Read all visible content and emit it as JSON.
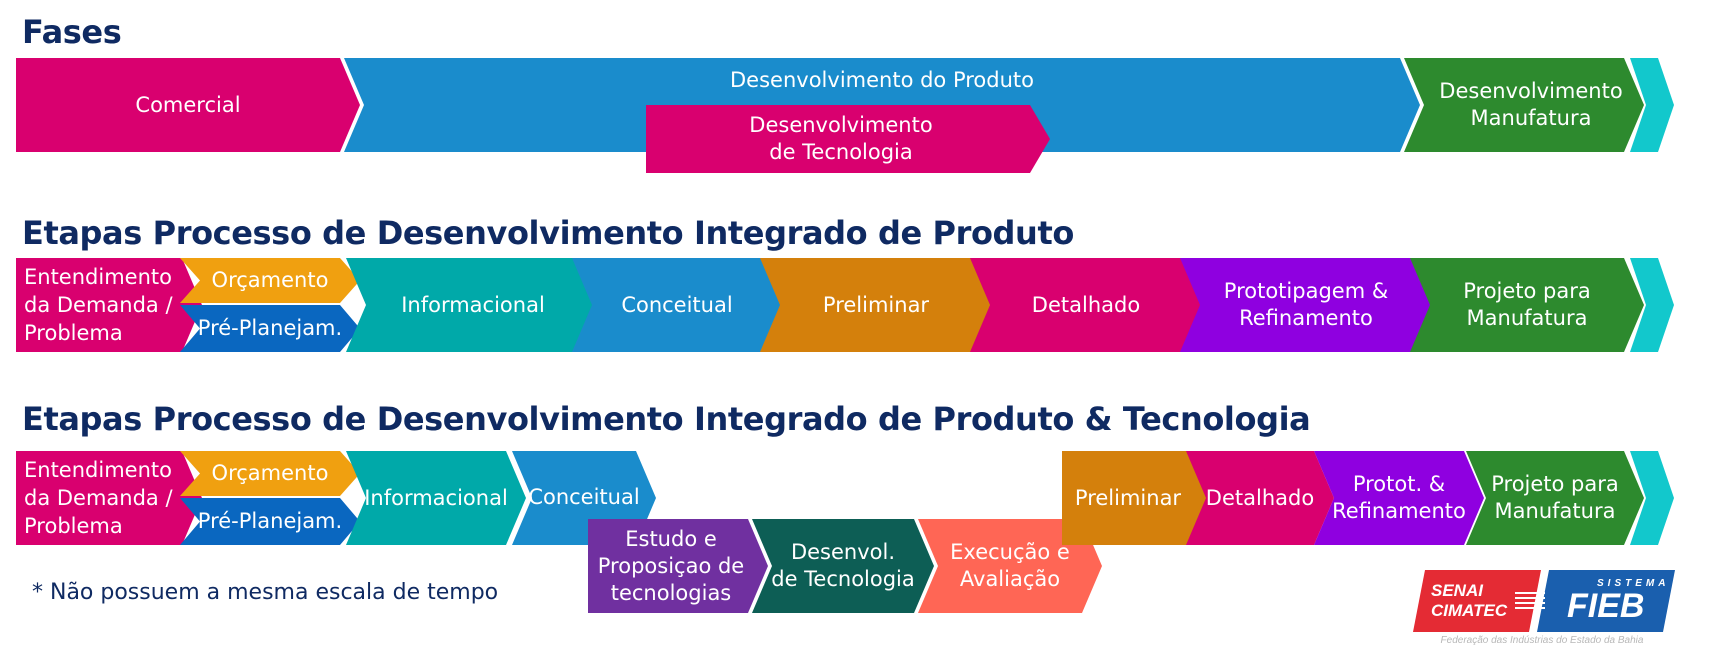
{
  "titles": {
    "fases": "Fases",
    "section2": "Etapas Processo de Desenvolvimento Integrado de Produto",
    "section3": "Etapas Processo de Desenvolvimento Integrado de Produto & Tecnologia"
  },
  "fases": {
    "comercial": "Comercial",
    "desenvolvimento_produto": "Desenvolvimento do Produto",
    "desenvolvimento_tecnologia": "Desenvolvimento\nde Tecnologia",
    "desenvolvimento_manufatura": "Desenvolvimento\nManufatura"
  },
  "produto": {
    "entendimento": "Entendimento\nda Demanda /\nProblema",
    "orcamento": "Orçamento",
    "pre_planejamento": "Pré-Planejam.",
    "informacional": "Informacional",
    "conceitual": "Conceitual",
    "preliminar": "Preliminar",
    "detalhado": "Detalhado",
    "prototipagem": "Prototipagem &\nRefinamento",
    "projeto_manufatura": "Projeto para\nManufatura"
  },
  "produto_tecnologia": {
    "entendimento": "Entendimento\nda Demanda /\nProblema",
    "orcamento": "Orçamento",
    "pre_planejamento": "Pré-Planejam.",
    "informacional": "Informacional",
    "conceitual": "Conceitual",
    "estudo": "Estudo e\nProposiçao de\ntecnologias",
    "desenvol_tecnologia": "Desenvol.\nde Tecnologia",
    "execucao": "Execução e\nAvaliação",
    "preliminar": "Preliminar",
    "detalhado": "Detalhado",
    "protot": "Protot. &\nRefinamento",
    "projeto_manufatura": "Projeto para\nManufatura"
  },
  "footnote": "* Não possuem a mesma escala de tempo",
  "logo": {
    "senai_line1": "SENAI",
    "senai_line2": "CIMATEC",
    "sistema": "SISTEMA",
    "fieb": "FIEB",
    "caption": "Federação das Indústrias do Estado da Bahia"
  },
  "colors": {
    "title": "#0f2a62",
    "magenta": "#d9006f",
    "blue": "#1a8ccc",
    "green": "#2d8a2e",
    "cyan": "#12c8cc",
    "orange": "#f0a010",
    "dark_blue": "#0a67c0",
    "teal": "#00a9a9",
    "dark_orange": "#d4800c",
    "purple": "#8f00e0",
    "violet": "#7030a0",
    "dark_teal": "#0d5e55",
    "salmon": "#ff6655"
  }
}
